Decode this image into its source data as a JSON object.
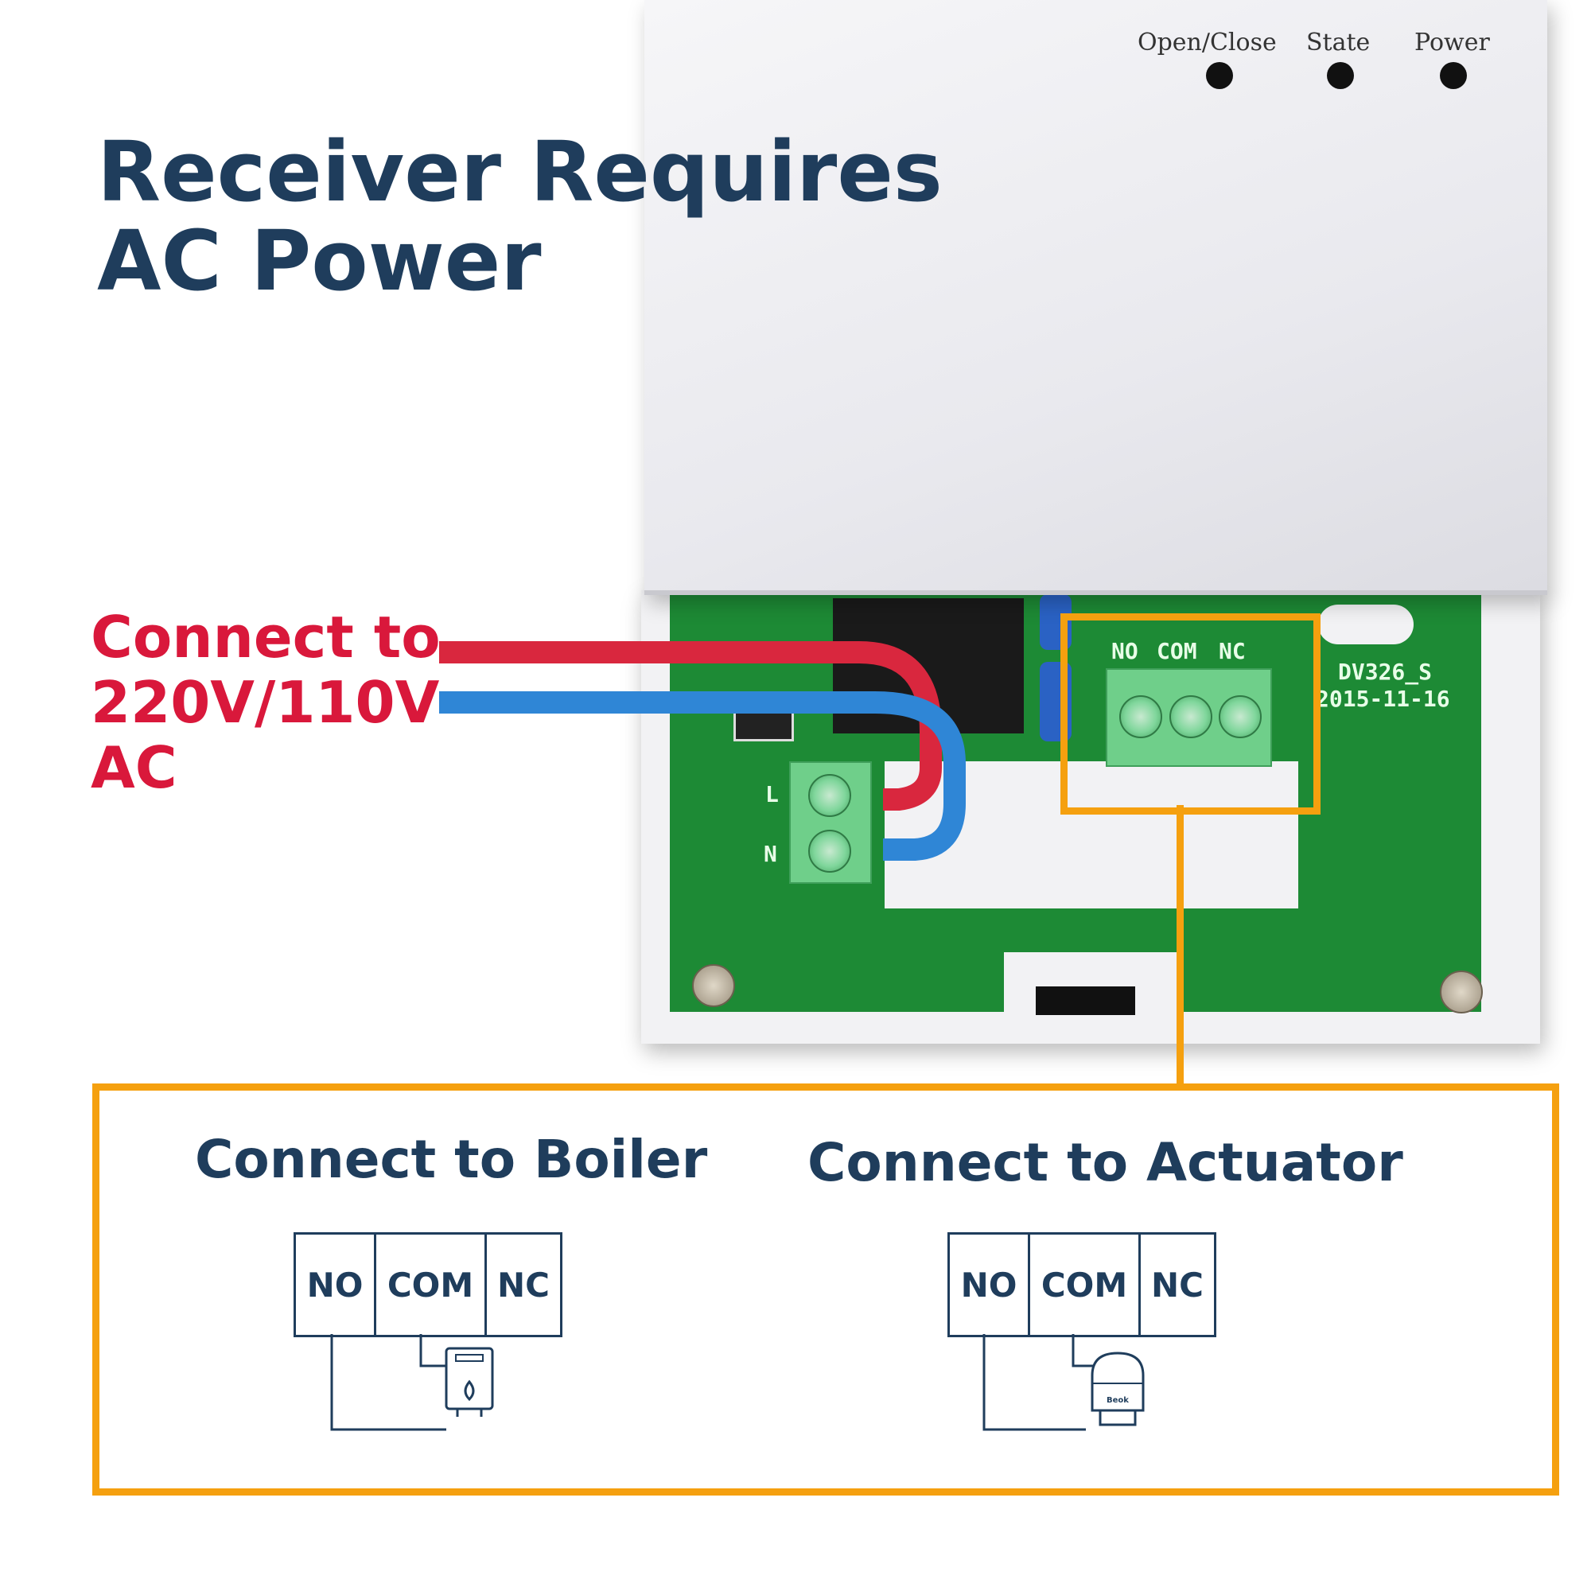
{
  "title": {
    "line1": "Receiver Requires",
    "line2": "AC Power"
  },
  "power_label": {
    "line1": "Connect to",
    "line2": "220V/110V",
    "line3": "AC"
  },
  "device": {
    "leds": [
      "Open/Close",
      "State",
      "Power"
    ],
    "pcb_model": "DV326_S",
    "pcb_date": "2015-11-16",
    "relay_terminals": [
      "NO",
      "COM",
      "NC"
    ],
    "power_terminals": [
      "L",
      "N"
    ]
  },
  "boiler_section": {
    "title": "Connect to Boiler",
    "terminals": [
      "NO",
      "COM",
      "NC"
    ]
  },
  "actuator_section": {
    "title": "Connect to Actuator",
    "terminals": [
      "NO",
      "COM",
      "NC"
    ],
    "actuator_brand": "Beok"
  },
  "colors": {
    "title_navy": "#1f3d5c",
    "power_red": "#d9183b",
    "highlight_orange": "#f5a00f",
    "wire_red": "#d9273e",
    "wire_blue": "#2f86d6",
    "pcb_green": "#1d8a35"
  }
}
